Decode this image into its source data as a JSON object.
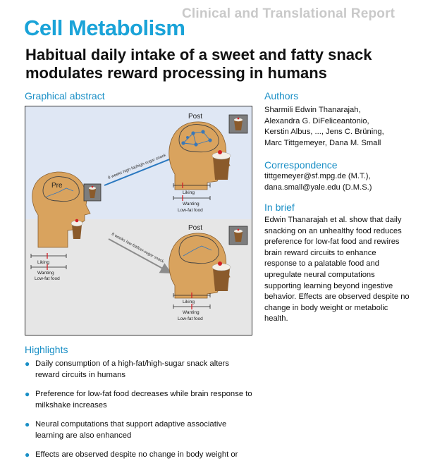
{
  "header": {
    "report_type": "Clinical and Translational Report",
    "journal": "Cell Metabolism"
  },
  "article": {
    "title_lines": [
      "Habitual daily intake of a sweet and fatty snack",
      "modulates reward processing in humans"
    ]
  },
  "graphical_abstract": {
    "heading": "Graphical abstract",
    "pre_label": "Pre",
    "post_top_label": "Post",
    "post_bottom_label": "Post",
    "arrow_top_label": "8 weeks high-fat/high-sugar snack",
    "arrow_bottom_label": "8 weeks low-fat/low-sugar snack",
    "liking": "Liking",
    "wanting": "Wanting",
    "low_fat_food": "Low-fat food",
    "colors": {
      "top_panel": "#dfe7f4",
      "bottom_panel": "#e6e6e6",
      "head": "#d9a35e",
      "brain_network": "#3a78b8",
      "arrow_top": "#2a78bf",
      "arrow_bottom": "#8c8c8c",
      "marker": "#d21f26"
    }
  },
  "authors": {
    "heading": "Authors",
    "lines": [
      "Sharmili Edwin Thanarajah,",
      "Alexandra G. DiFeliceantonio,",
      "Kerstin Albus, ..., Jens C. Brüning,",
      "Marc Tittgemeyer, Dana M. Small"
    ]
  },
  "correspondence": {
    "heading": "Correspondence",
    "lines": [
      "tittgemeyer@sf.mpg.de (M.T.),",
      "dana.small@yale.edu (D.M.S.)"
    ]
  },
  "in_brief": {
    "heading": "In brief",
    "lines": [
      "Edwin Thanarajah et al. show that daily",
      "snacking on an unhealthy food reduces",
      "preference for low-fat food and rewires",
      "brain reward circuits to enhance",
      "response to a palatable food and",
      "upregulate neural computations",
      "supporting learning beyond ingestive",
      "behavior. Effects are observed despite no",
      "change in body weight or metabolic",
      "health."
    ]
  },
  "highlights": {
    "heading": "Highlights",
    "items": [
      {
        "lines": [
          "Daily consumption of a high-fat/high-sugar snack alters",
          "reward circuits in humans"
        ]
      },
      {
        "lines": [
          "Preference for low-fat food decreases while brain response to",
          "milkshake increases"
        ]
      },
      {
        "lines": [
          "Neural computations that support adaptive associative",
          "learning are also enhanced"
        ]
      },
      {
        "lines": [
          "Effects are observed despite no change in body weight or"
        ]
      }
    ]
  }
}
